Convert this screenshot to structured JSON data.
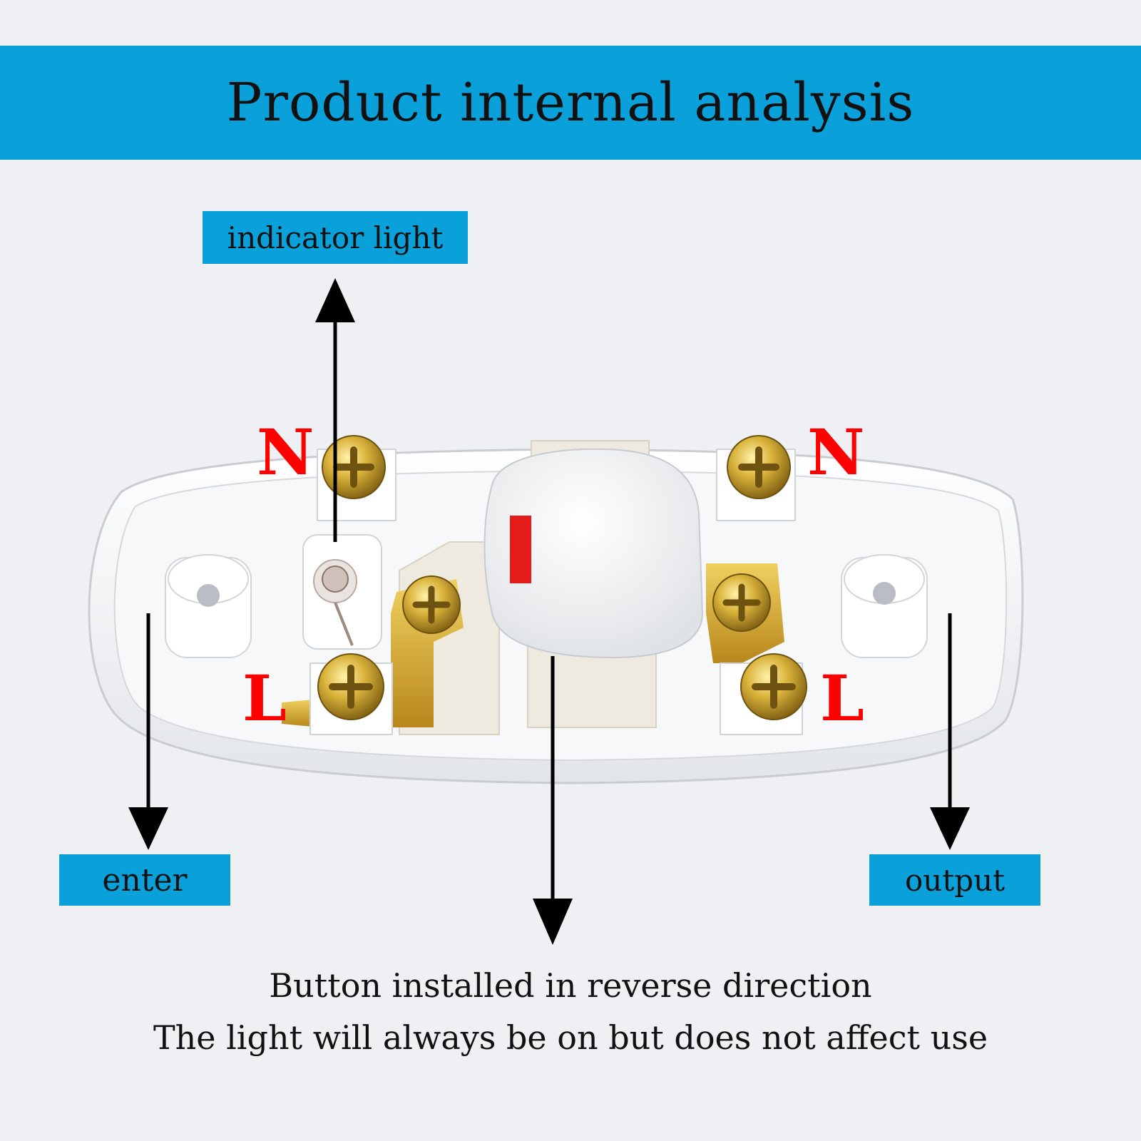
{
  "banner": {
    "title": "Product internal analysis"
  },
  "labels": {
    "indicator": "indicator light",
    "enter": "enter",
    "output": "output"
  },
  "terminals": {
    "n_left": "N",
    "n_right": "N",
    "l_left": "L",
    "l_right": "L"
  },
  "caption": {
    "line1": "Button installed in reverse direction",
    "line2": "The light will always be on but does not affect use"
  },
  "colors": {
    "accent": "#0aa1db",
    "terminal_letter": "#ff0000",
    "brass": "#c9a227",
    "switch_body": "#ffffff"
  },
  "icons": [
    "brass-screw-icon",
    "switch-button-icon",
    "indicator-bulb-icon",
    "mounting-hole-icon",
    "arrow-icon"
  ]
}
